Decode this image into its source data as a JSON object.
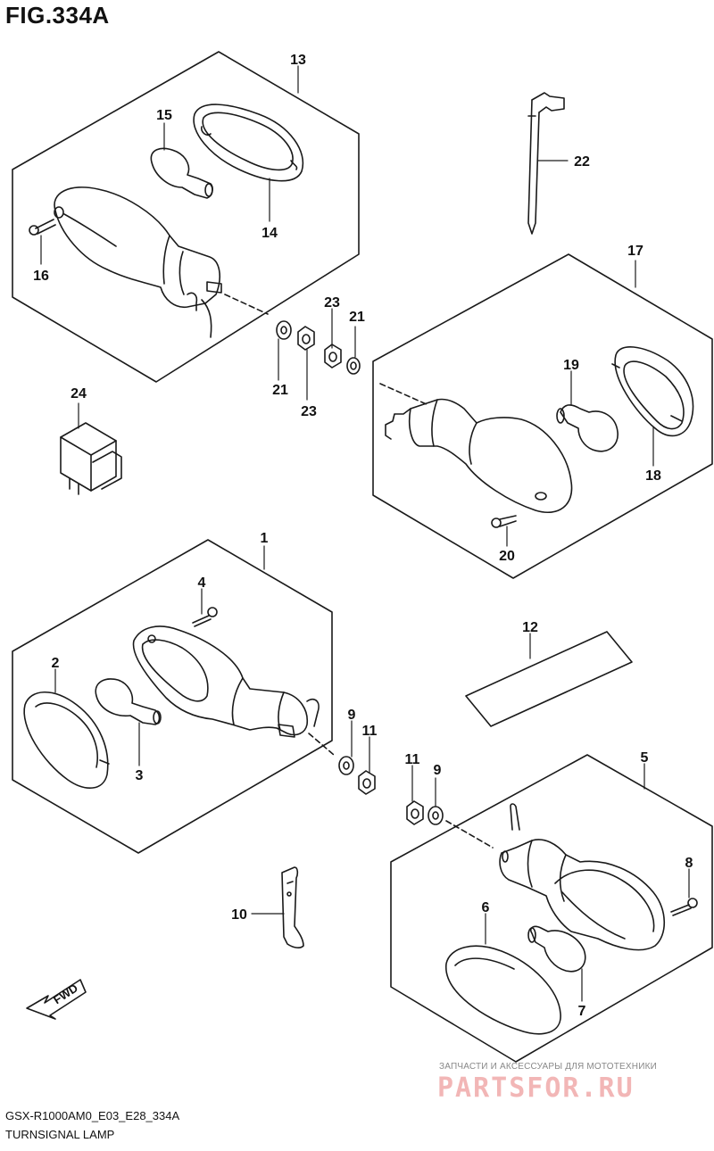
{
  "figure": {
    "title": "FIG.334A",
    "code": "GSX-R1000AM0_E03_E28_334A",
    "caption": "TURNSIGNAL LAMP"
  },
  "watermark": {
    "tagline": "ЗАПЧАСТИ И АКСЕССУАРЫ ДЛЯ МОТОТЕХНИКИ",
    "brand": "PARTSFOR.RU",
    "color": "#f2b6b6"
  },
  "direction_marker": {
    "label": "FWD"
  },
  "part_labels": {
    "p1": "1",
    "p2": "2",
    "p3": "3",
    "p4": "4",
    "p5": "5",
    "p6": "6",
    "p7": "7",
    "p8": "8",
    "p9a": "9",
    "p9b": "9",
    "p10": "10",
    "p11a": "11",
    "p11b": "11",
    "p12": "12",
    "p13": "13",
    "p14": "14",
    "p15": "15",
    "p16": "16",
    "p17": "17",
    "p18": "18",
    "p19": "19",
    "p20": "20",
    "p21a": "21",
    "p21b": "21",
    "p22": "22",
    "p23a": "23",
    "p23b": "23",
    "p24": "24"
  }
}
